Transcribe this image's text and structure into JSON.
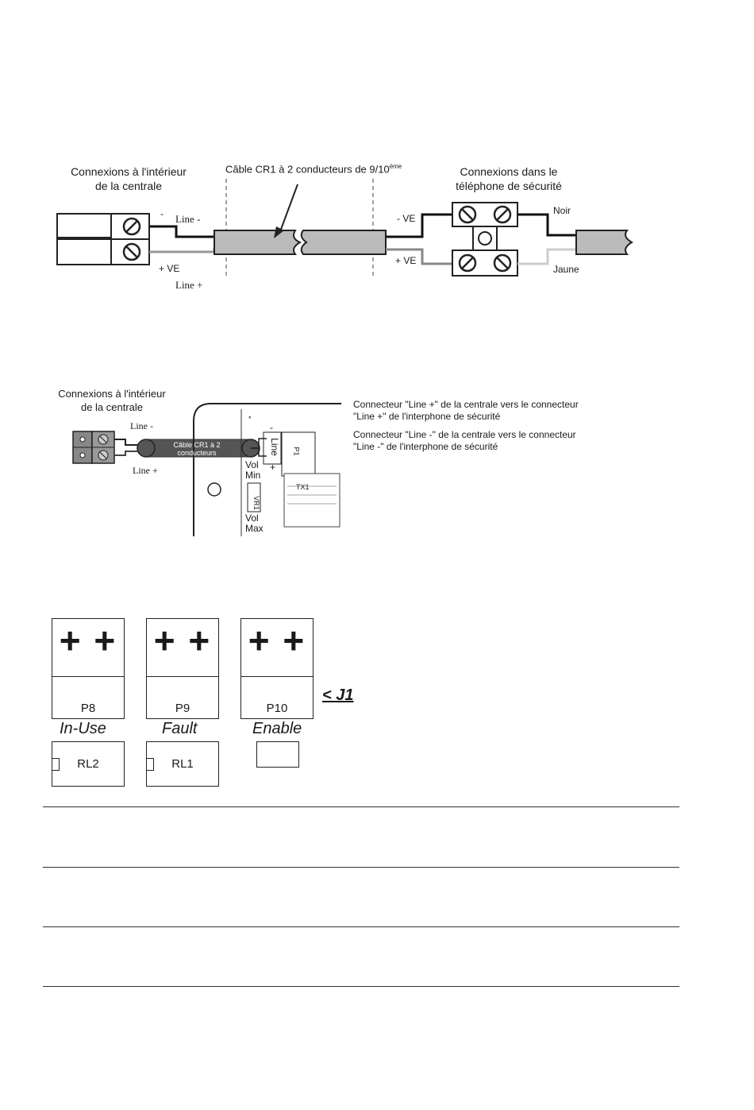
{
  "diagram1": {
    "left_title": [
      "Connexions à l'intérieur",
      "de la centrale"
    ],
    "cable_label": "Câble CR1 à 2 conducteurs de 9/10",
    "cable_sup": "ème",
    "right_title": [
      "Connexions dans le",
      "téléphone de sécurité"
    ],
    "minus_mark": "-",
    "line_minus": "Line -",
    "plus_ve_left": "+ VE",
    "line_plus": "Line +",
    "minus_ve": "- VE",
    "plus_ve_right": "+ VE",
    "noir": "Noir",
    "jaune": "Jaune"
  },
  "diagram2": {
    "left_title": [
      "Connexions à l'intérieur",
      "de la centrale"
    ],
    "line_minus": "Line -",
    "line_plus": "Line +",
    "cable_text": [
      "Câble CR1 à 2",
      "conducteurs"
    ],
    "note1": [
      "Connecteur \"Line +\" de la centrale vers le connecteur",
      "\"Line +\" de l'interphone de sécurité"
    ],
    "note2": [
      "Connecteur \"Line -\" de la centrale vers le  connecteur",
      "\"Line -\" de l'interphone de sécurité"
    ],
    "board_minus": "-",
    "board_line": "Line",
    "board_plus": "+",
    "p1": "P1",
    "tx1": "TX1",
    "vr1": "VR1",
    "vol_min": [
      "Vol",
      "Min"
    ],
    "vol_max": [
      "Vol",
      "Max"
    ],
    "star": "*"
  },
  "diagram3": {
    "connectors": [
      {
        "plus": "+ +",
        "label": "P8",
        "caption": "In-Use",
        "relay": "RL2"
      },
      {
        "plus": "+ +",
        "label": "P9",
        "caption": "Fault",
        "relay": "RL1"
      },
      {
        "plus": "+ +",
        "label": "P10",
        "caption": "Enable",
        "relay": ""
      }
    ],
    "jumper": "< J1"
  }
}
